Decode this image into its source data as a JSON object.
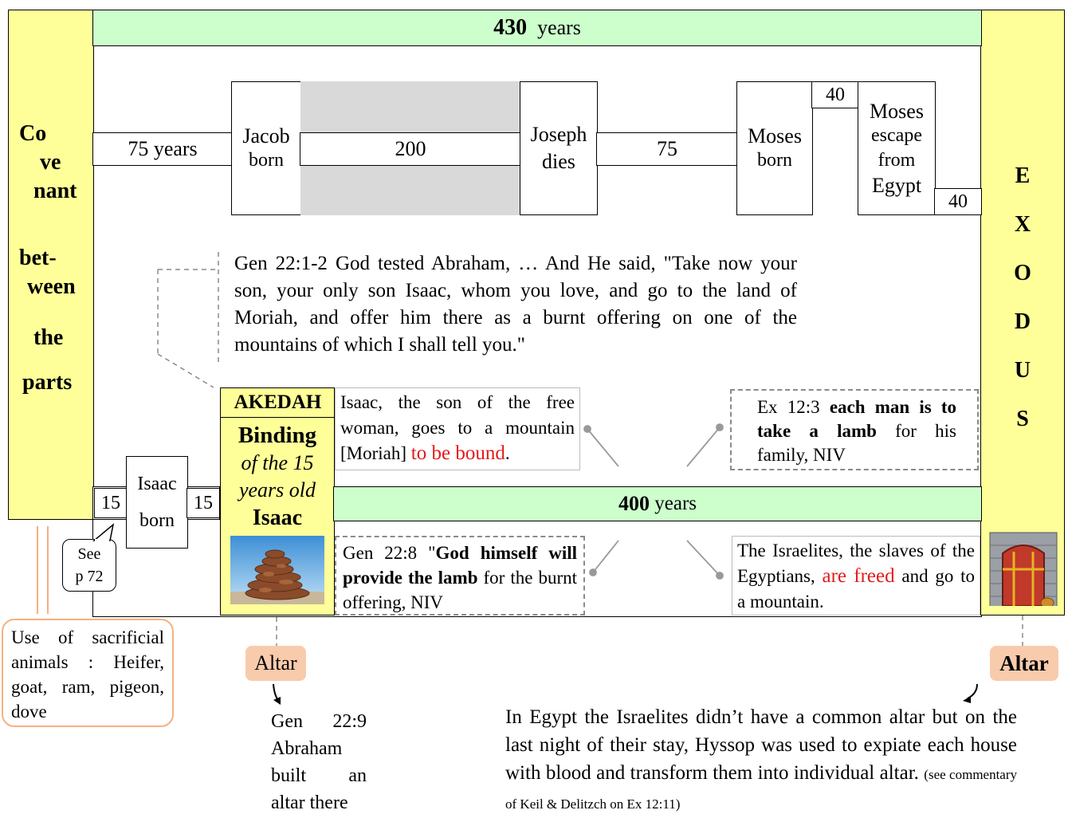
{
  "top_bar": {
    "number": "430",
    "unit": "years"
  },
  "covenant_text": [
    "Co",
    "ve",
    "nant",
    "bet-",
    "ween",
    "the",
    "parts"
  ],
  "exodus_letters": [
    "E",
    "X",
    "O",
    "D",
    "U",
    "S"
  ],
  "timeline": {
    "span1": "75 years",
    "jacob": [
      "Jacob",
      "born"
    ],
    "span2": "200",
    "joseph": [
      "Joseph",
      "dies"
    ],
    "span3": "75",
    "moses": [
      "Moses",
      "born"
    ],
    "span4": "40",
    "escape": [
      "Moses",
      "escape",
      "from",
      "Egypt"
    ],
    "span5": "40"
  },
  "gen_quote": "Gen 22:1-2 God tested Abraham, … And He said, \"Take now your son, your only son Isaac, whom you love, and go to the land of Moriah, and offer him there as a burnt offering on one of the mountains of which I shall tell you.\"",
  "akedah": {
    "title": "AKEDAH",
    "binding": "Binding",
    "subtitle": "of the 15 years old",
    "name": "Isaac",
    "image": "stone-altar"
  },
  "isaac_box": {
    "line1": "Isaac",
    "line2": "born"
  },
  "small_15_left": "15",
  "small_15_right": "15",
  "see_bubble": {
    "line1": "See",
    "line2": "p 72"
  },
  "sacrifice_note": "Use of sacrificial animals : Heifer, goat, ram, pigeon, dove",
  "isaac_free": {
    "text": "Isaac, the son of the free woman, goes to a mountain [Moriah]",
    "red": "to be bound",
    "end": "."
  },
  "ex_12_3": {
    "ref": "Ex 12:3",
    "bold": "each man is to take a lamb",
    "rest": "for his family, NIV"
  },
  "bottom_bar": {
    "number": "400",
    "unit": "years"
  },
  "gen_22_8": {
    "ref": "Gen 22:8 \"",
    "bold": "God himself will provide the lamb",
    "rest": "for the burnt offering, NIV"
  },
  "israelites": {
    "text": "The Israelites, the slaves of the Egyptians,",
    "red": "are freed",
    "rest": "and go to a mountain."
  },
  "altar_left": "Altar",
  "altar_right": "Altar",
  "gen_22_9": "Gen 22:9 Abraham built an altar there",
  "egypt_note": {
    "text": "In Egypt the Israelites didn’t have a common altar but on the last night of their stay,  Hyssop was used to expiate each house with blood and transform them into individual altar.",
    "small": "(see commentary of Keil & Delitzch on Ex 12:11)"
  },
  "door_image": "door-with-blood"
}
